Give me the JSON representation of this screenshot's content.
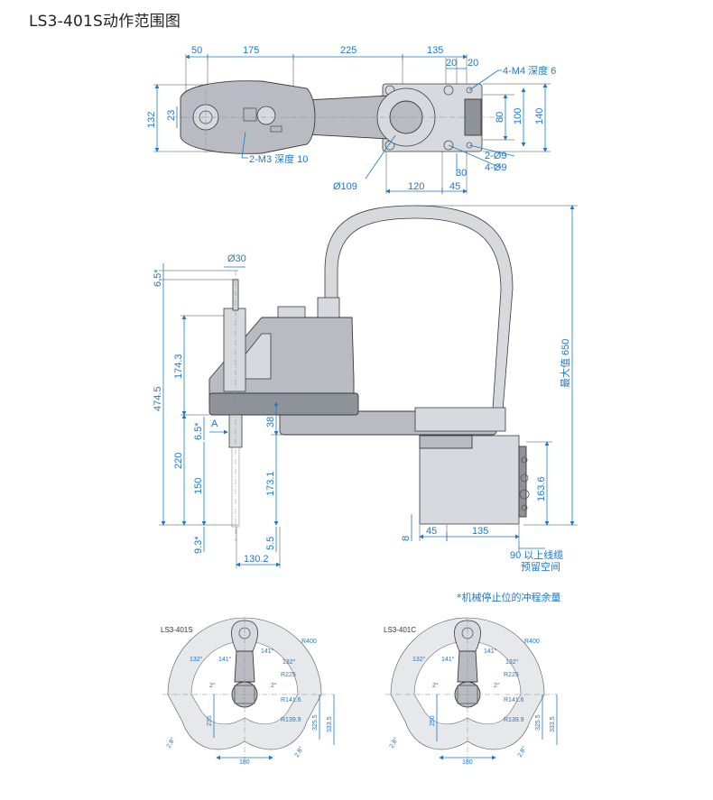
{
  "title": "LS3-401S动作范围图",
  "top_view": {
    "dims_top": [
      "50",
      "175",
      "225",
      "135",
      "20",
      "20"
    ],
    "dims_left": [
      "132",
      "23"
    ],
    "dims_right": [
      "80",
      "100",
      "140"
    ],
    "dims_bottom": [
      "120",
      "45",
      "30"
    ],
    "callout_m4": "4-M4 深度 6",
    "callout_m3": "2-M3 深度 10",
    "callout_d9a": "2-Ø9",
    "callout_d9b": "4-Ø9",
    "callout_d109": "Ø109"
  },
  "side_view": {
    "d30": "Ø30",
    "d6_5_top": "6.5*",
    "d174_3": "174.3",
    "d474_5": "474.5",
    "d6_5_a": "6.5*",
    "label_a": "A",
    "d38": "38",
    "d220": "220",
    "d150": "150",
    "d173_1": "173.1",
    "d9_3": "9.3*",
    "d5_5": "5.5",
    "d130_2": "130.2",
    "d8": "8",
    "d45": "45",
    "d135": "135",
    "d163_6": "163.6",
    "max_650": "最大值 650",
    "cable_space_1": "90 以上线缆",
    "cable_space_2": "预留空间",
    "stop_note": "*机械停止位的冲程余量"
  },
  "range_views": [
    {
      "label": "LS3-401S",
      "a132_l": "132°",
      "a141_l": "141°",
      "a141_r": "141°",
      "a132_r": "132°",
      "r400": "R400",
      "r225": "R225",
      "r141_6": "R141.6",
      "r139_9": "R139.9",
      "a2_l": "2°",
      "a2_r": "2°",
      "d235": "235",
      "d325_5": "325.5",
      "d333_5": "333.5",
      "d180": "180",
      "d2_8_l": "2.8°",
      "d2_8_r": "2.8°"
    },
    {
      "label": "LS3-401C",
      "a132_l": "132°",
      "a141_l": "141°",
      "a141_r": "141°",
      "a132_r": "132°",
      "r400": "R400",
      "r225": "R225",
      "r141_6": "R141.6",
      "r139_9": "R139.9",
      "a2_l": "2°",
      "a2_r": "2°",
      "d250": "250",
      "d325_5": "325.5",
      "d333_5": "333.5",
      "d180": "180",
      "d2_8_l": "2.8°",
      "d2_8_r": "2.8°"
    }
  ],
  "colors": {
    "dimension": "#1e78c8",
    "body": "#b8bcc2",
    "outline": "#3a3a3a"
  }
}
